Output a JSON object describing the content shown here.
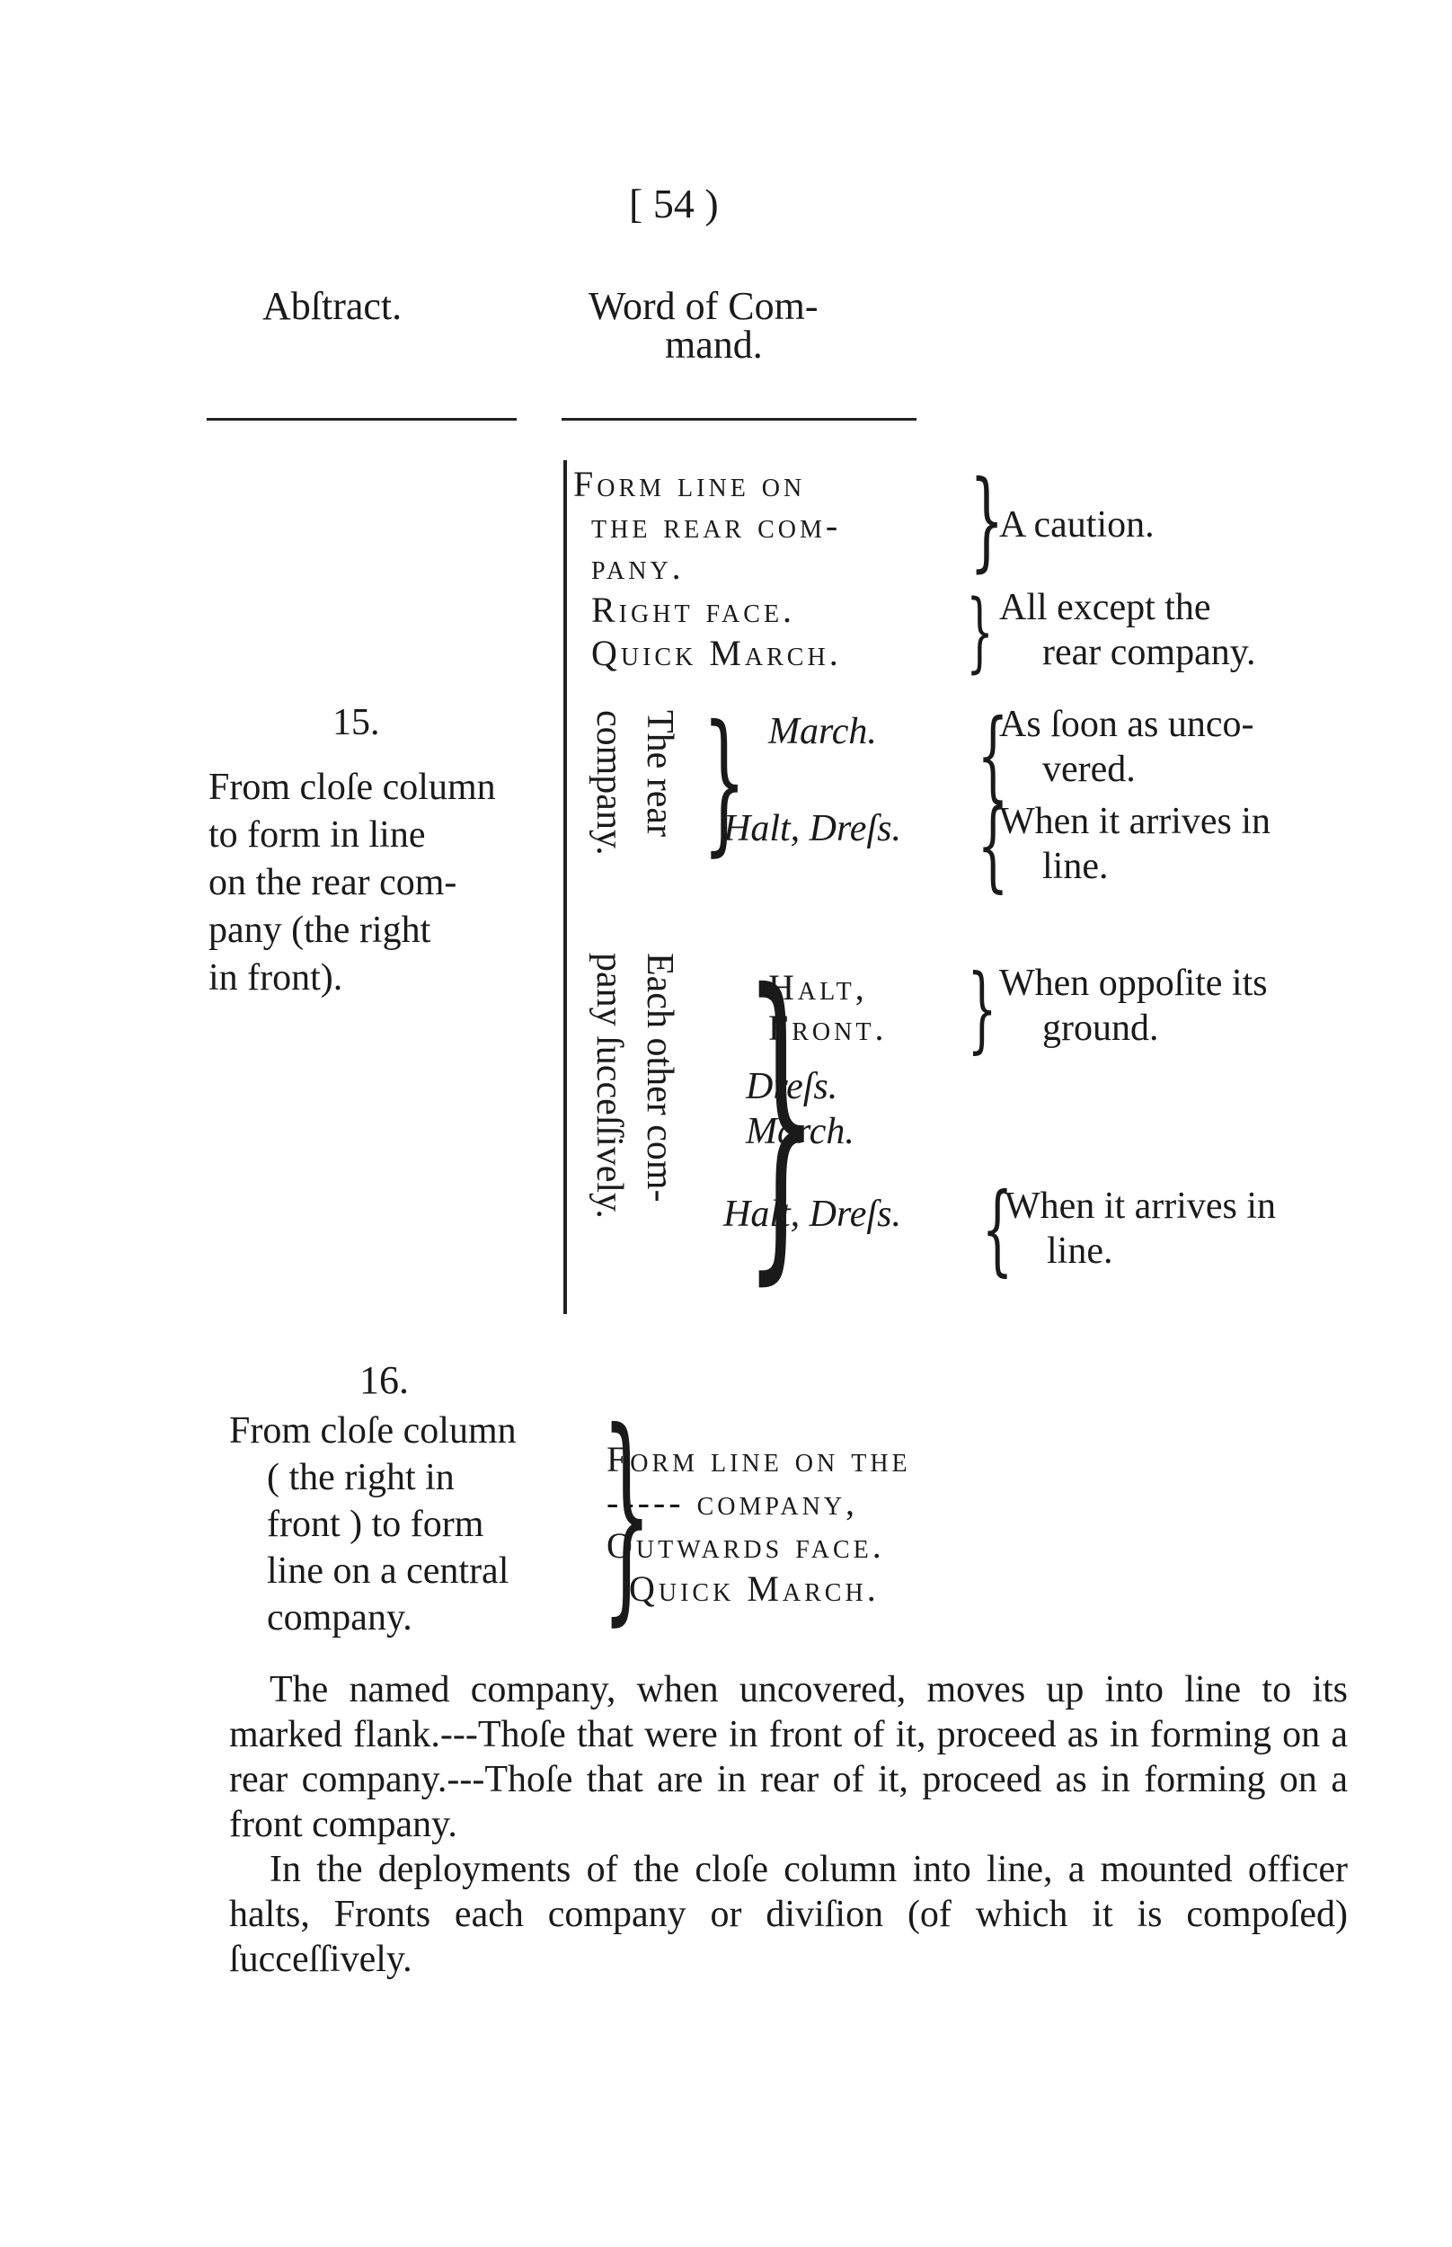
{
  "header": {
    "page_number": "[ 54 )",
    "col_abstract": "Abſtract.",
    "col_word_line1": "Word of Com-",
    "col_word_line2": "mand."
  },
  "section15": {
    "number": "15.",
    "abstract_lines": [
      "From cloſe column",
      "to form in line",
      "on the rear com-",
      "pany (the right",
      "in front)."
    ],
    "cmd1_lines": [
      "Form line on",
      "the rear com-",
      "pany."
    ],
    "note1": "A caution.",
    "cmd2_line1": "Right face.",
    "cmd2_line2": "Quick March.",
    "note2_line1": "All except the",
    "note2_line2": "rear company.",
    "vert_rear_line1": "The rear",
    "vert_rear_line2": "company.",
    "cmd3": "March.",
    "note3_line1": "As ſoon as unco-",
    "note3_line2": "vered.",
    "cmd4": "Halt, Dreſs.",
    "note4_line1": "When it arrives in",
    "note4_line2": "line.",
    "vert_each_line1": "Each other com-",
    "vert_each_line2": "pany ſucceſſively.",
    "cmd5_line1": "Halt,",
    "cmd5_line2": "Front.",
    "note5_line1": "When oppoſite its",
    "note5_line2": "ground.",
    "cmd6_line1": "Dreſs.",
    "cmd6_line2": "March.",
    "cmd7": "Halt, Dreſs.",
    "note7_line1": "When it arrives in",
    "note7_line2": "line."
  },
  "section16": {
    "number": "16.",
    "abstract_lines": [
      "From cloſe column",
      "( the right in",
      "front ) to form",
      "line on a central",
      "company."
    ],
    "cmd_lines": [
      "Form line on the",
      "----- company,",
      "Outwards face.",
      "Quick March."
    ]
  },
  "paragraphs": [
    "The named company, when uncovered, moves up into line to its marked flank.---Thoſe that were in front of it, proceed as in forming on a rear company.---Thoſe that are in rear of it, proceed as in forming on a front company.",
    "In the deployments of the cloſe column into line, a mounted officer halts, Fronts each company or diviſion (of which it is compoſed) ſucceſſively."
  ]
}
